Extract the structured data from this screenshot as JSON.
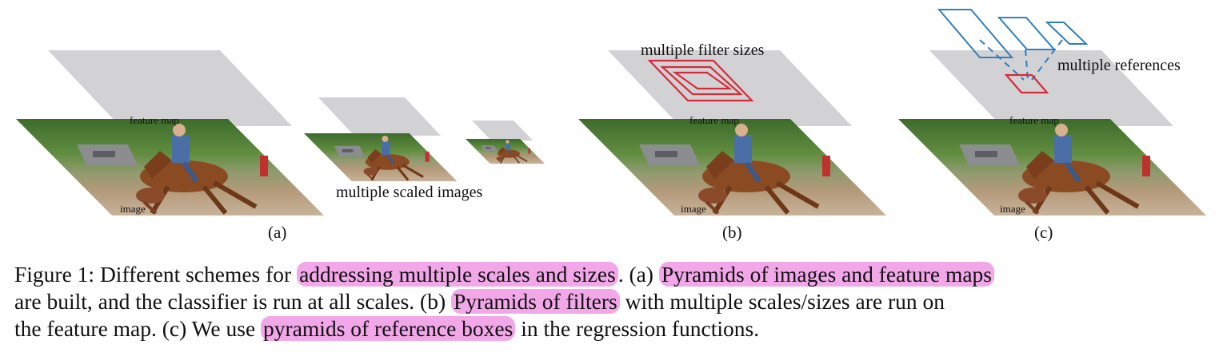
{
  "figure": {
    "panel_a": {
      "label": "(a)",
      "feature_map_label": "feature map",
      "image_label": "image",
      "scaled_images_label": "multiple scaled images"
    },
    "panel_b": {
      "label": "(b)",
      "feature_map_label": "feature map",
      "image_label": "image",
      "filter_sizes_label": "multiple filter sizes"
    },
    "panel_c": {
      "label": "(c)",
      "feature_map_label": "feature map",
      "image_label": "image",
      "references_label": "multiple references"
    },
    "colors": {
      "feature_map": "#d2d2d4",
      "filter_red": "#d62b3a",
      "reference_blue": "#2f7fc1"
    }
  },
  "caption": {
    "line1_pre": "Figure 1: Different schemes for ",
    "line1_hl1": "addressing multiple scales and sizes",
    "line1_mid": ". (a) ",
    "line1_hl2": "Pyramids of images and feature maps",
    "line2": "are built, and the classifier is run at all scales. (b) ",
    "line2_hl": "Pyramids of filters",
    "line2_post": " with multiple scales/sizes are run on",
    "line3_pre": "the feature map. (c) We use ",
    "line3_hl": "pyramids of reference boxes",
    "line3_post": " in the regression functions.",
    "highlight_color": "#f1a7e8"
  }
}
